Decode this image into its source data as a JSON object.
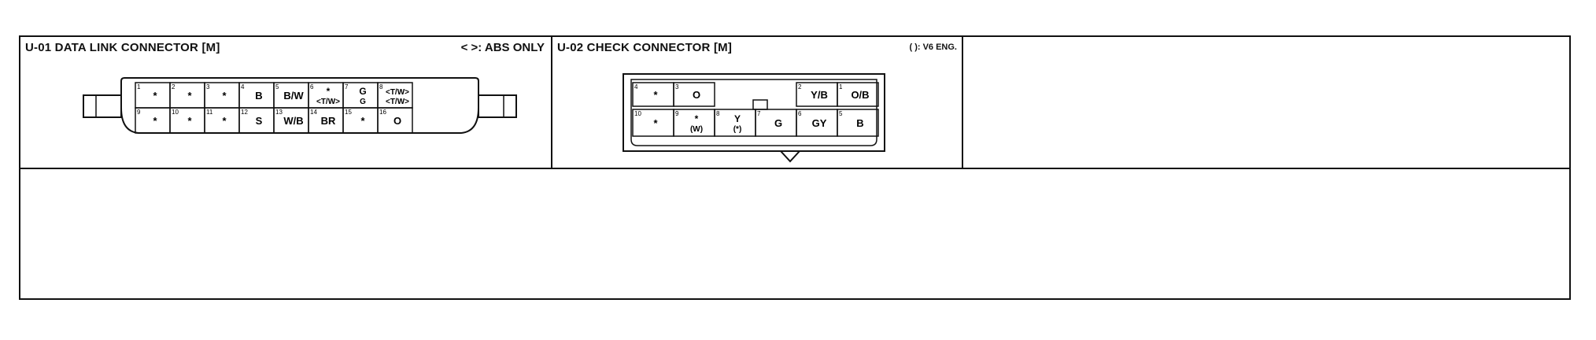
{
  "connectors": [
    {
      "title": "U-01 DATA LINK CONNECTOR [M]",
      "note": "< >: ABS ONLY",
      "top_row": [
        {
          "num": "1",
          "label": "*"
        },
        {
          "num": "2",
          "label": "*"
        },
        {
          "num": "3",
          "label": "*"
        },
        {
          "num": "4",
          "label": "B"
        },
        {
          "num": "5",
          "label": "B/W"
        },
        {
          "num": "6",
          "label": "*",
          "sub": "<T/W>"
        },
        {
          "num": "7",
          "label": "G",
          "sub": "G"
        },
        {
          "num": "8",
          "label": "<T/W>",
          "sub": "<T/W>"
        }
      ],
      "bottom_row": [
        {
          "num": "9",
          "label": "*"
        },
        {
          "num": "10",
          "label": "*"
        },
        {
          "num": "11",
          "label": "*"
        },
        {
          "num": "12",
          "label": "S"
        },
        {
          "num": "13",
          "label": "W/B"
        },
        {
          "num": "14",
          "label": "BR"
        },
        {
          "num": "15",
          "label": "*"
        },
        {
          "num": "16",
          "label": "O"
        }
      ]
    },
    {
      "title": "U-02 CHECK CONNECTOR [M]",
      "note": "( ): V6 ENG.",
      "top_left": [
        {
          "num": "4",
          "label": "*"
        },
        {
          "num": "3",
          "label": "O"
        }
      ],
      "top_right": [
        {
          "num": "2",
          "label": "Y/B"
        },
        {
          "num": "1",
          "label": "O/B"
        }
      ],
      "bottom_row": [
        {
          "num": "10",
          "label": "*"
        },
        {
          "num": "9",
          "label": "*",
          "sub": "(W)"
        },
        {
          "num": "8",
          "label": "Y",
          "sub": "(*)"
        },
        {
          "num": "7",
          "label": "G"
        },
        {
          "num": "6",
          "label": "GY"
        },
        {
          "num": "5",
          "label": "B"
        }
      ]
    }
  ]
}
